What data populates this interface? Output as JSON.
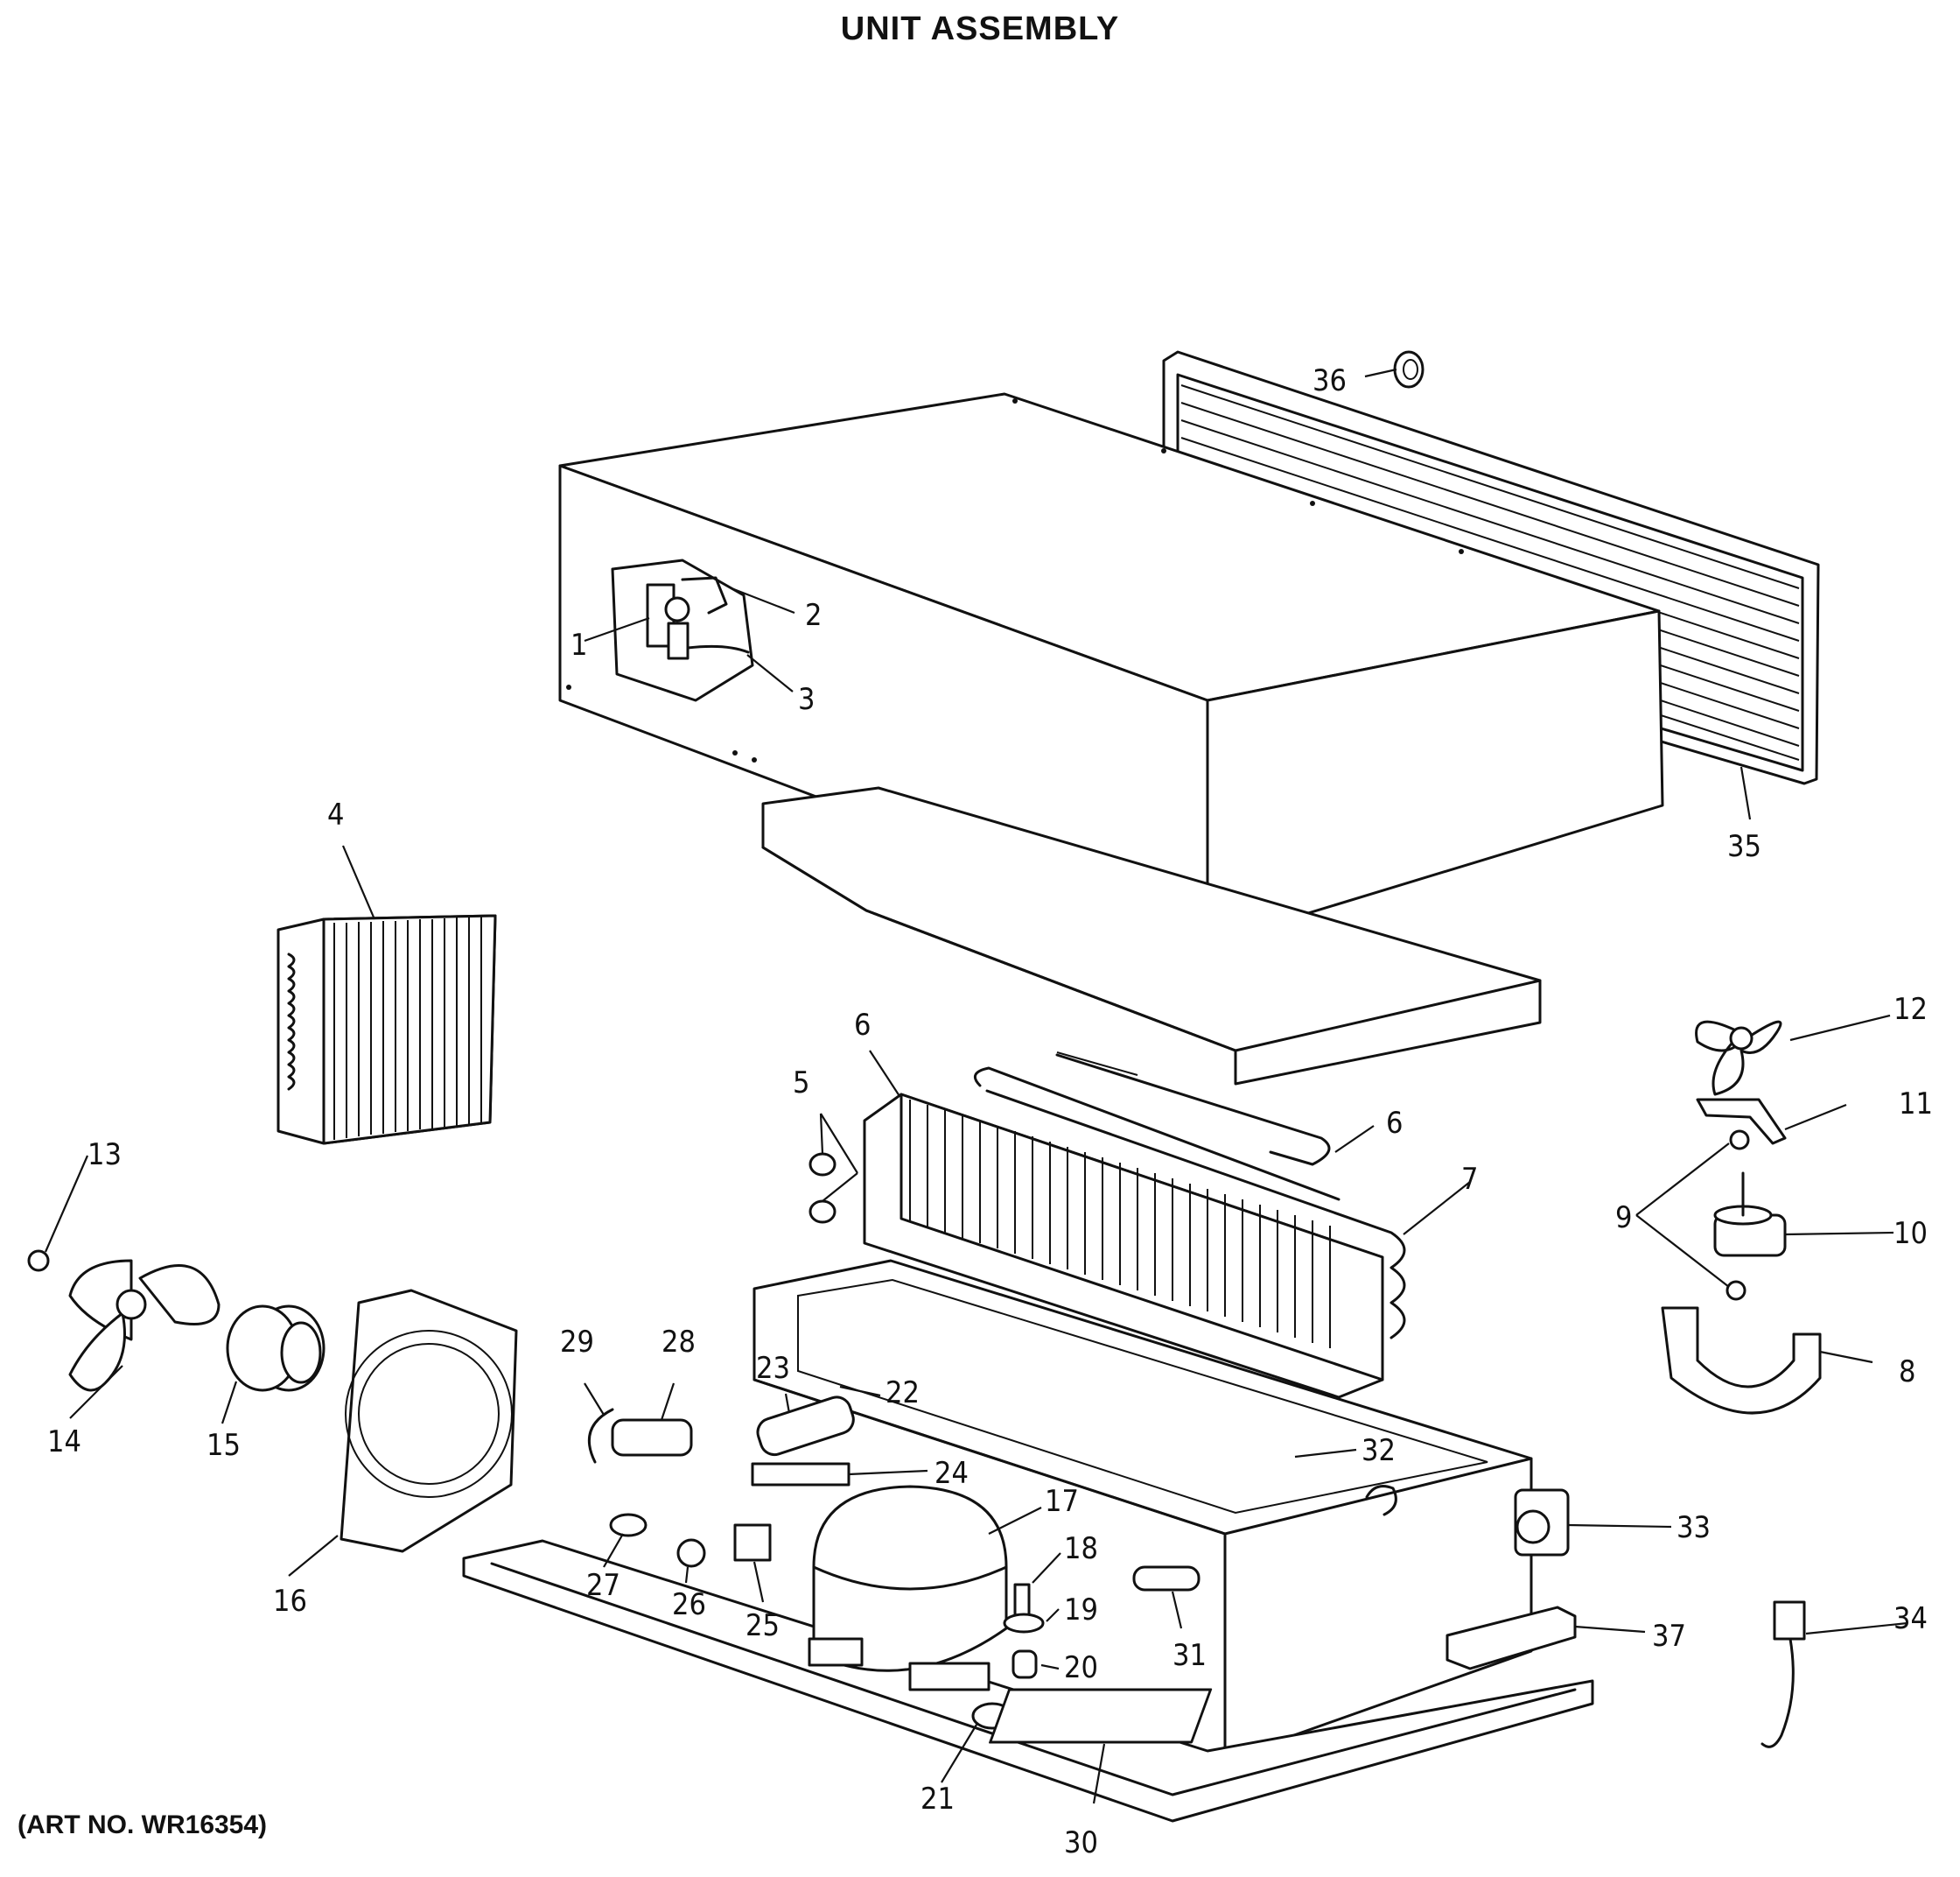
{
  "title": "UNIT ASSEMBLY",
  "art_number": "(ART NO. WR16354)",
  "callouts": {
    "c1": "1",
    "c2": "2",
    "c3": "3",
    "c4": "4",
    "c5": "5",
    "c6a": "6",
    "c6b": "6",
    "c7": "7",
    "c8": "8",
    "c9": "9",
    "c10": "10",
    "c11": "11",
    "c12": "12",
    "c13": "13",
    "c14": "14",
    "c15": "15",
    "c16": "16",
    "c17": "17",
    "c18": "18",
    "c19": "19",
    "c20": "20",
    "c21": "21",
    "c22": "22",
    "c23": "23",
    "c24": "24",
    "c25": "25",
    "c26": "26",
    "c27": "27",
    "c28": "28",
    "c29": "29",
    "c30": "30",
    "c31": "31",
    "c32": "32",
    "c33": "33",
    "c34": "34",
    "c35": "35",
    "c36": "36",
    "c37": "37"
  }
}
